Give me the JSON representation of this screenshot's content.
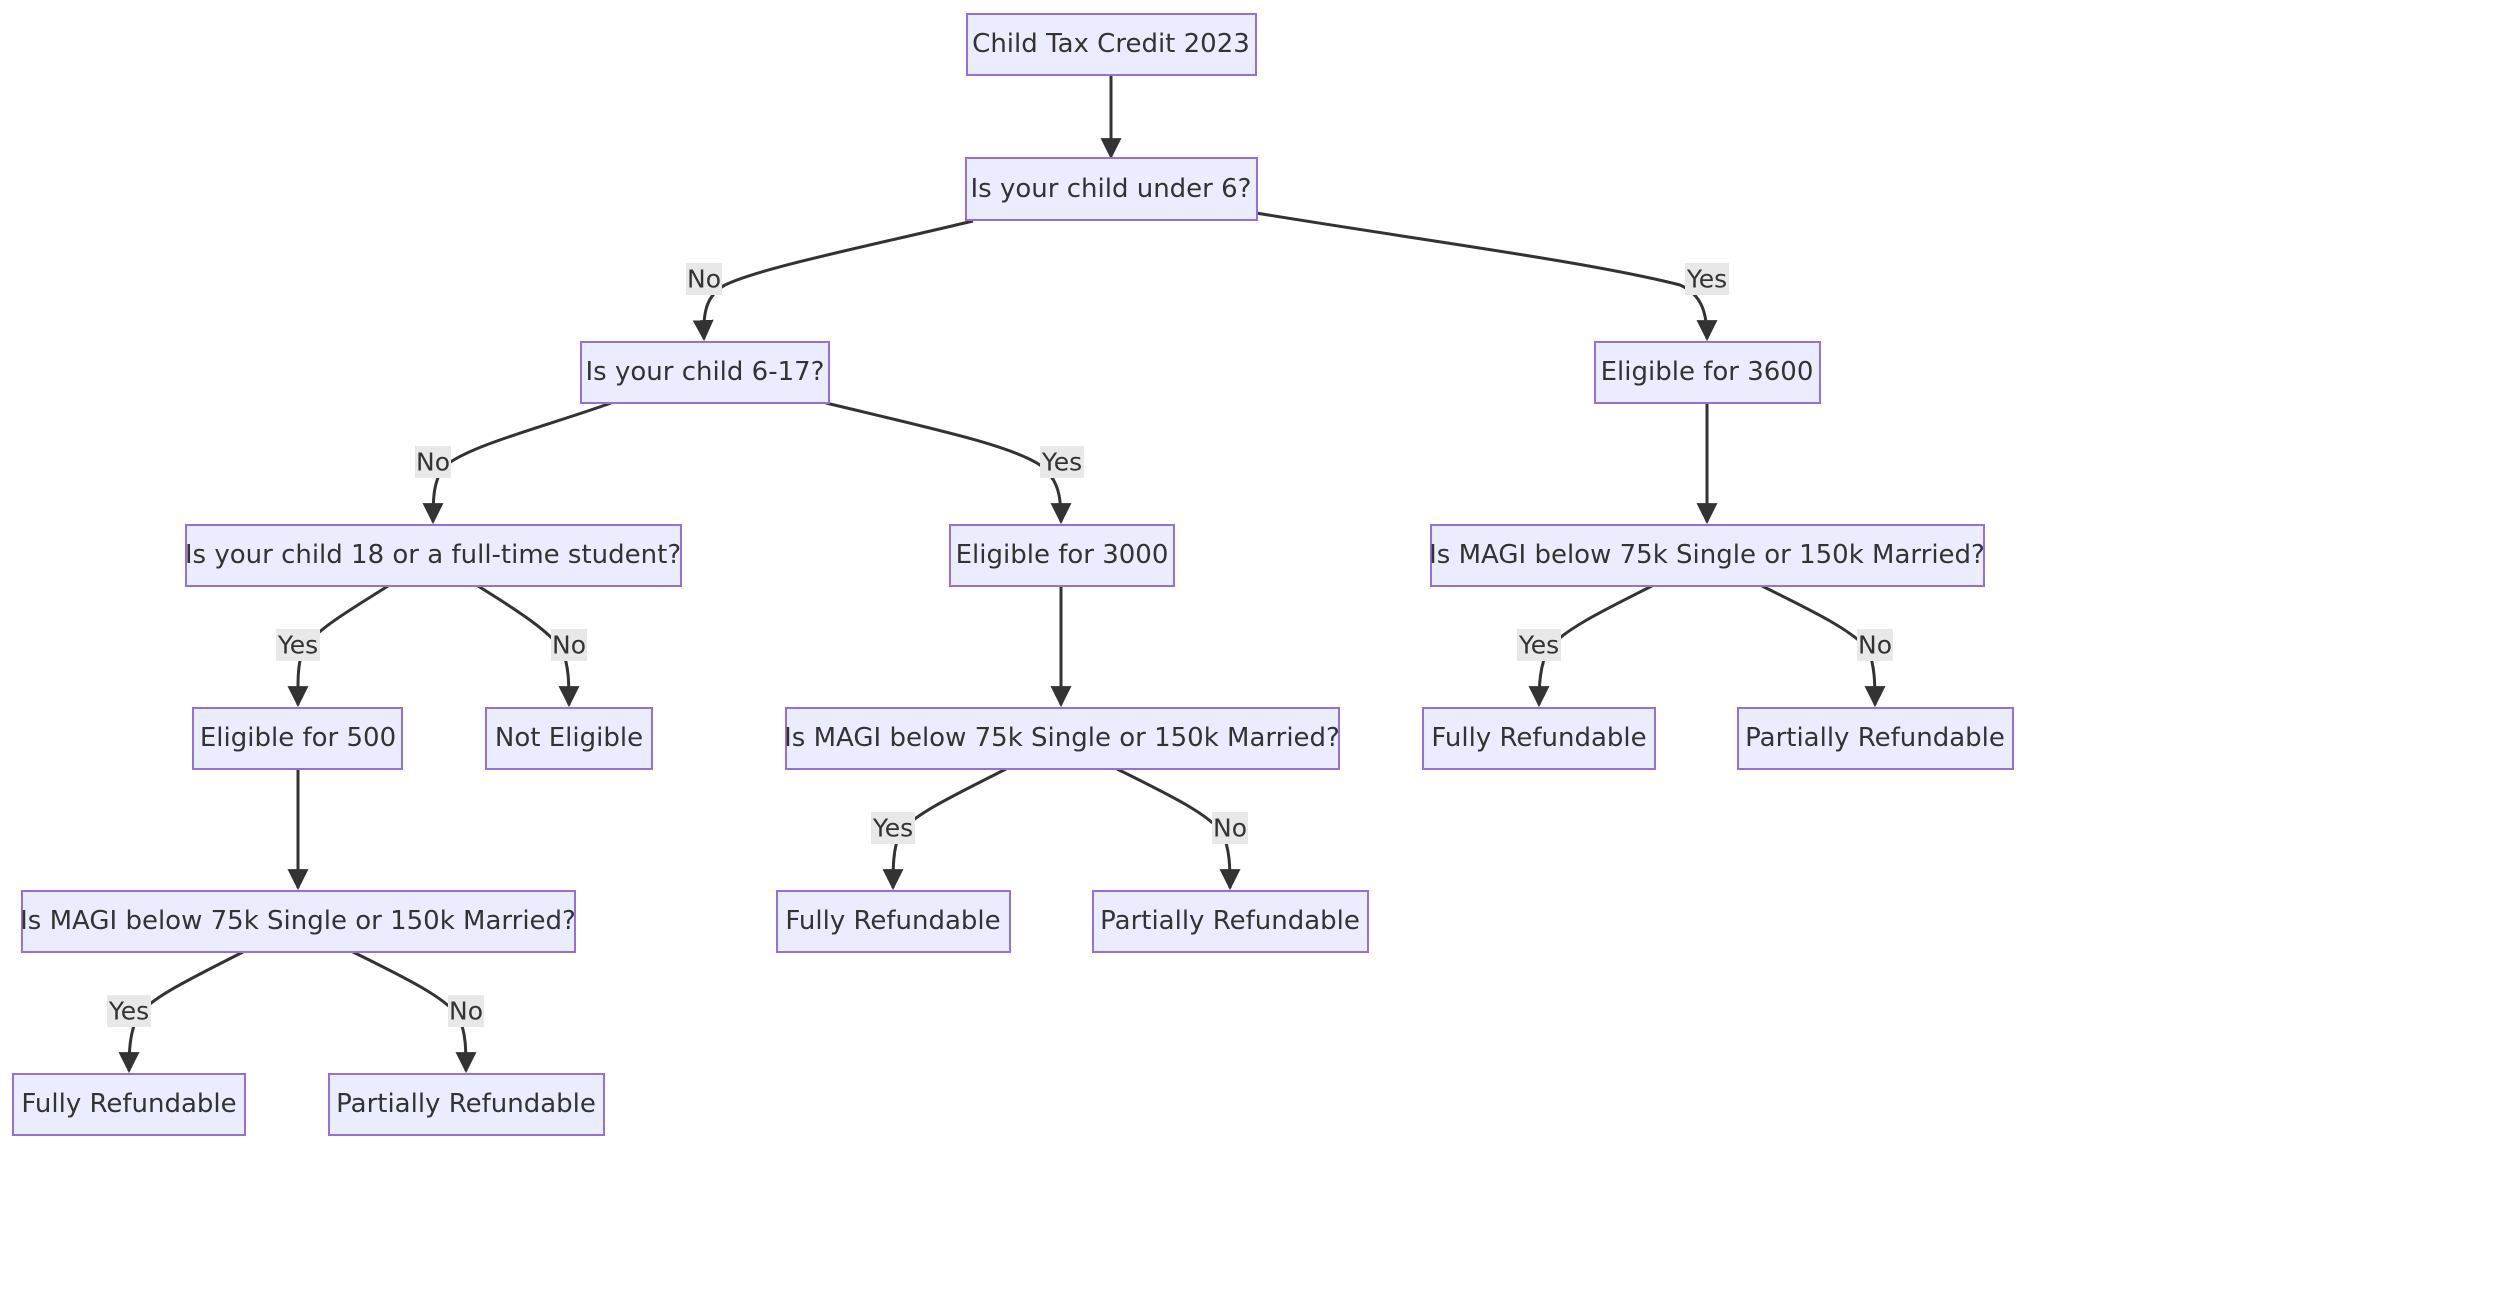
{
  "nodes": {
    "root": "Child Tax Credit 2023",
    "q_under6": "Is your child under 6?",
    "q_6to17": "Is your child 6-17?",
    "elig_3600": "Eligible for 3600",
    "q_18student": "Is your child 18 or a full-time student?",
    "elig_3000": "Eligible for 3000",
    "magi_3600": "Is MAGI below 75k Single or 150k Married?",
    "elig_500": "Eligible for 500",
    "not_eligible": "Not Eligible",
    "magi_3000": "Is MAGI below 75k Single or 150k Married?",
    "full_3600": "Fully Refundable",
    "partial_3600": "Partially Refundable",
    "magi_500": "Is MAGI below 75k Single or 150k Married?",
    "full_3000": "Fully Refundable",
    "partial_3000": "Partially Refundable",
    "full_500": "Fully Refundable",
    "partial_500": "Partially Refundable"
  },
  "edge_labels": {
    "under6_no": "No",
    "under6_yes": "Yes",
    "6to17_no": "No",
    "6to17_yes": "Yes",
    "18student_yes": "Yes",
    "18student_no": "No",
    "magi3000_yes": "Yes",
    "magi3000_no": "No",
    "magi3600_yes": "Yes",
    "magi3600_no": "No",
    "magi500_yes": "Yes",
    "magi500_no": "No"
  },
  "colors": {
    "node_fill": "#ECECFF",
    "node_stroke": "#9370DB",
    "edge": "#333333",
    "label_bg": "#e8e8e8"
  }
}
